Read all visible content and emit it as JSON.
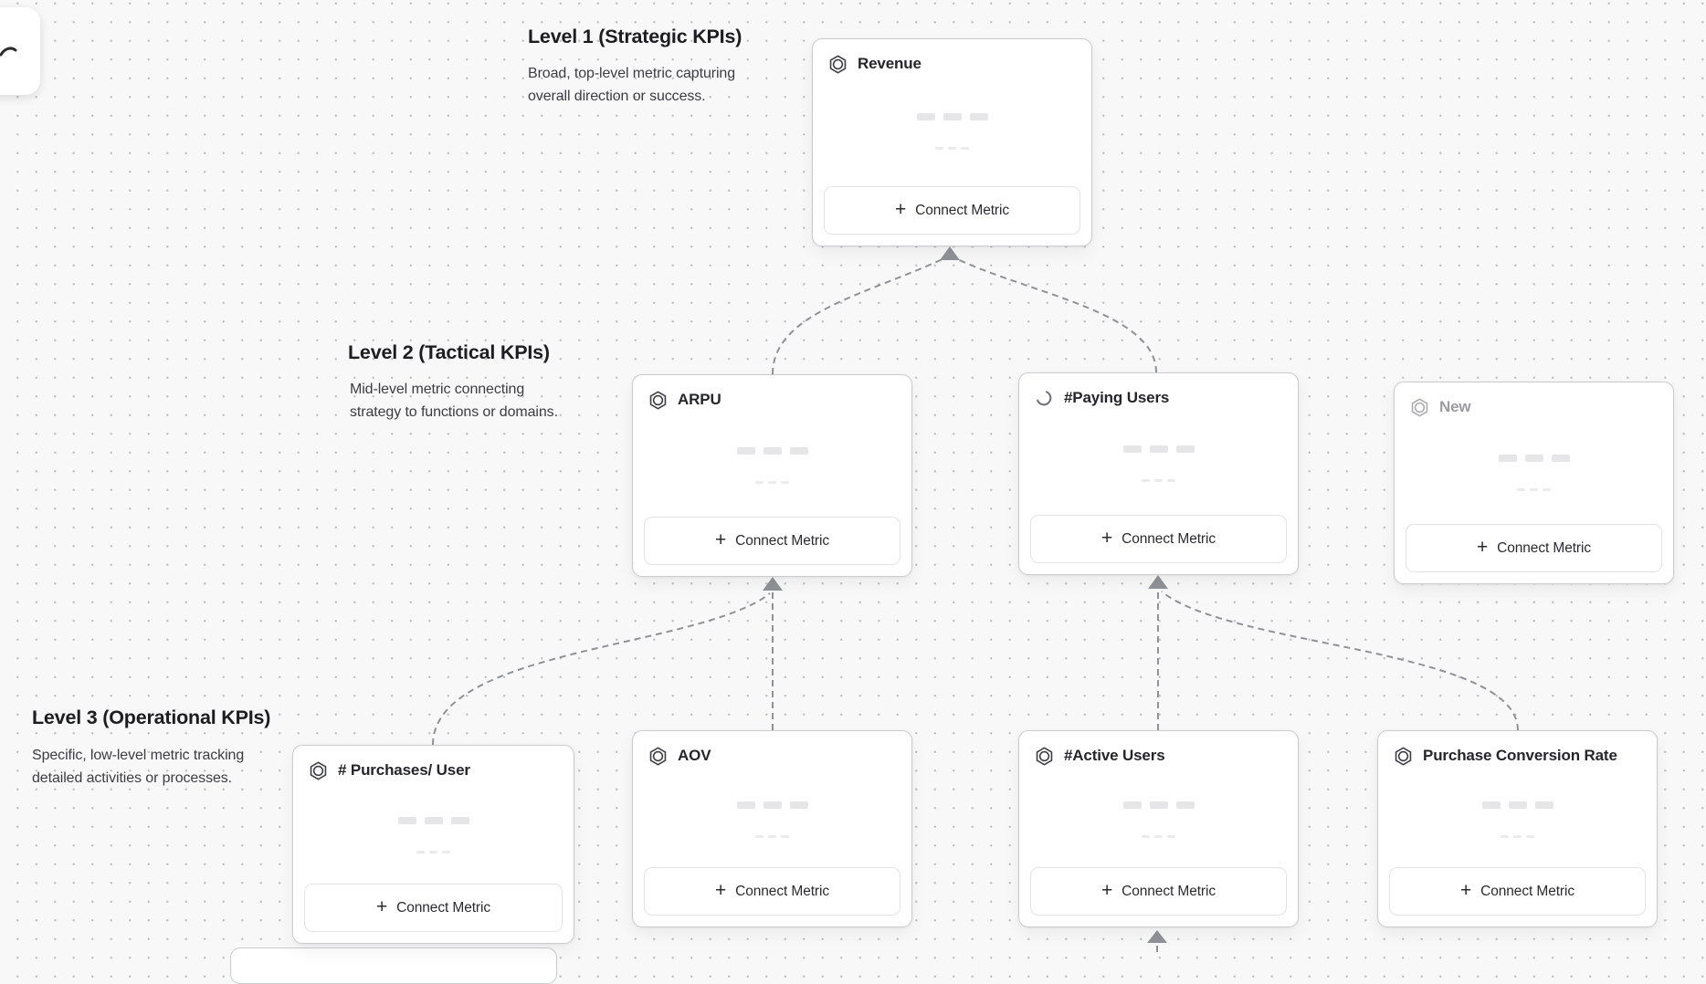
{
  "levels": [
    {
      "heading": "Level 1 (Strategic KPIs)",
      "description": [
        "Broad, top-level metric capturing",
        "overall direction or success."
      ]
    },
    {
      "heading": "Level 2 (Tactical KPIs)",
      "description": [
        "Mid-level metric connecting",
        "strategy to functions or domains."
      ]
    },
    {
      "heading": "Level 3 (Operational KPIs)",
      "description": [
        "Specific, low-level metric tracking",
        "detailed activities or processes."
      ]
    }
  ],
  "connect_metric_label": "Connect Metric",
  "plus_glyph": "+",
  "cards": [
    {
      "title": "Revenue",
      "icon": "hexagon-metric-icon",
      "state": "default"
    },
    {
      "title": "ARPU",
      "icon": "hexagon-metric-icon",
      "state": "default"
    },
    {
      "title": "#Paying Users",
      "icon": "spinner-icon",
      "state": "loading"
    },
    {
      "title": "New",
      "icon": "hexagon-metric-icon",
      "state": "draft"
    },
    {
      "title": "# Purchases/ User",
      "icon": "hexagon-metric-icon",
      "state": "default"
    },
    {
      "title": "AOV",
      "icon": "hexagon-metric-icon",
      "state": "default"
    },
    {
      "title": "#Active Users",
      "icon": "hexagon-metric-icon",
      "state": "default"
    },
    {
      "title": "Purchase Conversion Rate",
      "icon": "hexagon-metric-icon",
      "state": "default"
    }
  ],
  "colors": {
    "background": "#f8f8f8",
    "card_border": "#c9cbce",
    "connector": "#8f9297",
    "skeleton": "#e6e6e8",
    "text": "#25262b",
    "muted_text": "#9b9ca2"
  }
}
